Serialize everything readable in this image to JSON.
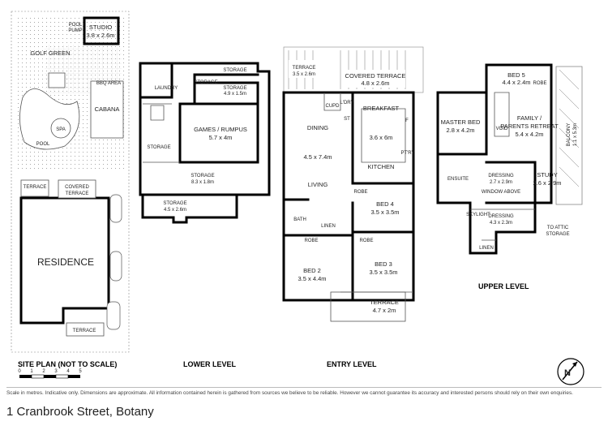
{
  "site_plan": {
    "title": "SITE PLAN (NOT TO SCALE)",
    "pool_pump": "POOL\nPUMP",
    "studio_name": "STUDIO",
    "studio_size": "3.8 x 2.6m",
    "golf_green": "GOLF GREEN",
    "bbq_area": "BBQ AREA",
    "cabana": "CABANA",
    "spa": "SPA",
    "pool": "POOL",
    "terrace_top": "TERRACE",
    "covered_terrace_1": "COVERED",
    "covered_terrace_2": "TERRACE",
    "residence": "RESIDENCE",
    "terrace_bottom": "TERRACE",
    "scale_numbers": [
      "0",
      "1",
      "2",
      "3",
      "4",
      "5"
    ]
  },
  "lower_level": {
    "title": "LOWER LEVEL",
    "storage_top": "STORAGE",
    "laundry": "LAUNDRY",
    "storage_a": "STORAGE",
    "storage_b_name": "STORAGE",
    "storage_b_size": "4.9 x 1.5m",
    "games_name": "GAMES / RUMPUS",
    "games_size": "5.7 x 4m",
    "storage_left": "STORAGE",
    "storage_mid_name": "STORAGE",
    "storage_mid_size": "8.3 x 1.8m",
    "storage_low_name": "STORAGE",
    "storage_low_size": "4.5 x 2.6m"
  },
  "entry_level": {
    "title": "ENTRY LEVEL",
    "terrace_name": "TERRACE",
    "terrace_size": "3.5 x 2.6m",
    "covered_terrace_name": "COVERED TERRACE",
    "covered_terrace_size": "4.8 x 2.6m",
    "cupd": "CUPD",
    "ldry": "L'DRY",
    "st": "ST",
    "breakfast": "BREAKFAST",
    "dining": "DINING",
    "dining_size": "4.5 x 7.4m",
    "living": "LIVING",
    "kitchen_size": "3.6 x 6m",
    "kitchen": "KITCHEN",
    "f": "F",
    "pten": "PT'RY",
    "robe1": "ROBE",
    "bed4_name": "BED 4",
    "bed4_size": "3.5 x 3.5m",
    "bath": "BATH",
    "linen": "LINEN",
    "robe2": "ROBE",
    "robe3": "ROBE",
    "bed2_name": "BED 2",
    "bed2_size": "3.5 x 4.4m",
    "bed3_name": "BED 3",
    "bed3_size": "3.5 x 3.5m",
    "terrace2_name": "TERRACE",
    "terrace2_size": "4.7 x 2m"
  },
  "upper_level": {
    "title": "UPPER LEVEL",
    "bed5_name": "BED 5",
    "bed5_size": "4.4 x 2.4m",
    "robe": "ROBE",
    "master_name": "MASTER BED",
    "master_size": "2.8 x 4.2m",
    "void": "VOID",
    "family_name": "FAMILY /",
    "family_name2": "PARENTS RETREAT",
    "family_size": "5.4 x 4.2m",
    "balcony": "BALCONY",
    "balcony_size": "1.1 x 5.3m",
    "ensuite": "ENSUITE",
    "dressing1_name": "DRESSING",
    "dressing1_size": "2.7 x 2.9m",
    "window_above": "WINDOW ABOVE",
    "study_name": "STUDY",
    "study_size": "2.6 x 2.9m",
    "skylight": "SKYLIGHT",
    "dressing2_name": "DRESSING",
    "dressing2_size": "4.3 x 2.3m",
    "to_attic_1": "TO ATTIC",
    "to_attic_2": "STORAGE",
    "linen": "LINEN"
  },
  "compass_label": "N",
  "disclaimer": "Scale in metres. Indicative only. Dimensions are approximate. All information contained herein is gathered from sources we believe to be reliable. However we cannot guarantee its accuracy and interested persons should rely on their own enquiries.",
  "address": "1 Cranbrook Street, Botany"
}
